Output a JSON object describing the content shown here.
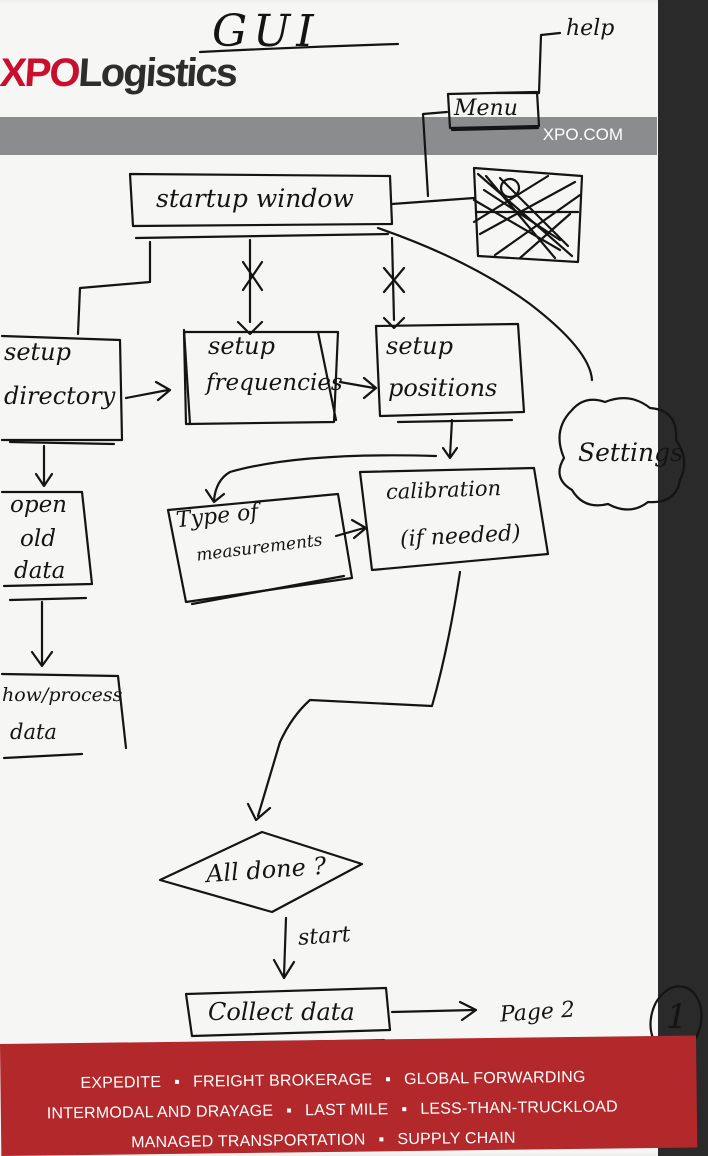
{
  "header": {
    "logo": {
      "brand_prefix": "XPO",
      "brand_suffix": "Logistics"
    },
    "site_link": "XPO.COM"
  },
  "sketch": {
    "title": "GUI",
    "menu": "Menu",
    "help": "help",
    "startup_window": "startup window",
    "setup_directory": [
      "setup",
      "directory"
    ],
    "setup_frequencies": [
      "setup",
      "frequencies"
    ],
    "setup_positions": [
      "setup",
      "positions"
    ],
    "settings": "Settings",
    "open_old_data": [
      "open",
      "old",
      "data"
    ],
    "show_process_data": [
      "how/process",
      "data"
    ],
    "type_of_measurements": [
      "Type of",
      "measurements"
    ],
    "calibration": [
      "calibration",
      "(if needed)"
    ],
    "all_done": "All done ?",
    "start": "start",
    "collect_data": "Collect data",
    "page_2": "Page 2",
    "page_number": "1"
  },
  "footer": {
    "services": [
      [
        "EXPEDITE",
        "FREIGHT BROKERAGE",
        "GLOBAL FORWARDING"
      ],
      [
        "INTERMODAL AND DRAYAGE",
        "LAST MILE",
        "LESS-THAN-TRUCKLOAD"
      ],
      [
        "MANAGED TRANSPORTATION",
        "SUPPLY CHAIN"
      ]
    ]
  }
}
